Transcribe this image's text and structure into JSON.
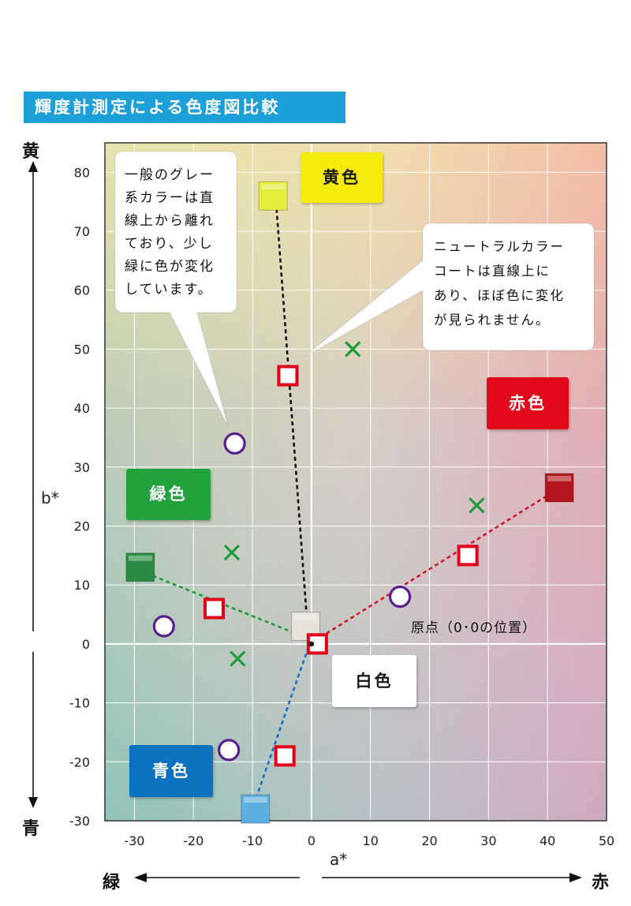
{
  "title": "輝度計測定による色度図比較",
  "axis": {
    "yname": "b*",
    "xname": "a*",
    "y_top_word": "黄",
    "y_bottom_word": "青",
    "x_left_word": "緑",
    "x_right_word": "赤"
  },
  "labels": {
    "yellow": "黄色",
    "red": "赤色",
    "green": "緑色",
    "blue": "青色",
    "white": "白色"
  },
  "callouts": {
    "gray": "一般のグレー\n系カラーは直\n線上から離れ\nており、少し\n緑に色が変化\nしています。",
    "neutral": "ニュートラルカラー\nコートは直線上に\nあり、ほぼ色に変化\nが見られません。",
    "origin": "原点（0･0の位置）"
  },
  "colors": {
    "neutral_marker": "#e0001a",
    "gray_marker": "#5a1f8c",
    "cross_marker": "#1f9a3c",
    "yellow": "#e3ee3a",
    "red": "#b3161f",
    "green": "#2b8a44",
    "blue": "#5eaee0",
    "white": "#e6e2d8"
  },
  "chart_data": {
    "type": "scatter",
    "xlim": [
      -35,
      50
    ],
    "ylim": [
      -30,
      85
    ],
    "x_ticks": [
      -30,
      -20,
      -10,
      0,
      10,
      20,
      30,
      40,
      50
    ],
    "y_ticks": [
      -30,
      -20,
      -10,
      0,
      10,
      20,
      30,
      40,
      50,
      60,
      70,
      80
    ],
    "grid": true,
    "reference_colors": [
      {
        "name": "黄色",
        "x": -6.5,
        "y": 76,
        "color": "#e3ee3a"
      },
      {
        "name": "赤色",
        "x": 42,
        "y": 26.5,
        "color": "#b3161f"
      },
      {
        "name": "緑色",
        "x": -29,
        "y": 13,
        "color": "#2b8a44"
      },
      {
        "name": "青色",
        "x": -9.5,
        "y": -28,
        "color": "#5eaee0"
      },
      {
        "name": "白色",
        "x": -1,
        "y": 3,
        "color": "#e6e2d8"
      }
    ],
    "series": [
      {
        "marker": "square",
        "points": [
          [
            -4,
            45.5
          ],
          [
            26.5,
            15
          ],
          [
            -16.5,
            6
          ],
          [
            -4.5,
            -19
          ],
          [
            1,
            0
          ]
        ]
      },
      {
        "marker": "circle",
        "points": [
          [
            -13,
            34
          ],
          [
            15,
            8
          ],
          [
            -25,
            3
          ],
          [
            -14,
            -18
          ]
        ]
      },
      {
        "marker": "cross",
        "points": [
          [
            7,
            50
          ],
          [
            28,
            23.5
          ],
          [
            -13.5,
            15.5
          ],
          [
            -12.5,
            -2.5
          ]
        ]
      }
    ],
    "guide_lines": [
      {
        "from": [
          -6,
          75
        ],
        "to": [
          -0.5,
          0.5
        ],
        "color": "#111111"
      },
      {
        "from": [
          0.5,
          0.5
        ],
        "to": [
          40.5,
          25.5
        ],
        "color": "#d0182a"
      },
      {
        "from": [
          -28,
          12
        ],
        "to": [
          -2,
          1.5
        ],
        "color": "#1f9a3c"
      },
      {
        "from": [
          -0.5,
          -0.5
        ],
        "to": [
          -9.5,
          -26.5
        ],
        "color": "#1a6fc0"
      }
    ],
    "origin": [
      0,
      0
    ]
  }
}
